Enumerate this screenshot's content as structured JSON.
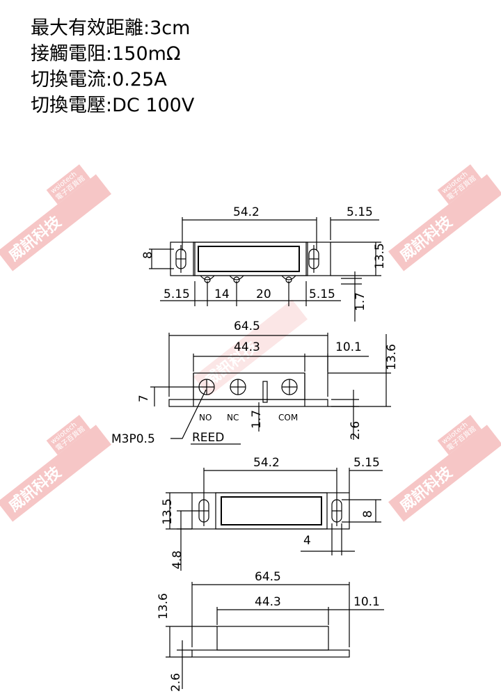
{
  "specs": [
    "最大有效距離:3cm",
    "接觸電阻:150mΩ",
    "切換電流:0.25A",
    "切換電壓:DC 100V"
  ],
  "watermark": {
    "name": "威訊科技",
    "sub1": "wsiotech",
    "sub2": "電子百貨館",
    "color": "#f4b8b8"
  },
  "view1": {
    "w_center": "54.2",
    "w_edge": "5.15",
    "h_left": "8",
    "h_right": "13.5",
    "pin_left": "5.15",
    "pin_a": "14",
    "pin_b": "20",
    "pin_right": "5.15",
    "pin_h": "1.7"
  },
  "view2": {
    "w_total": "64.5",
    "w_inner": "44.3",
    "w_edge": "10.1",
    "h_total": "13.6",
    "h_screw": "7",
    "h_base": "2.6",
    "h_pin": "1.7",
    "pin_no": "NO",
    "pin_nc": "NC",
    "pin_com": "COM",
    "thread": "M3P0.5",
    "part": "REED"
  },
  "view3": {
    "w_center": "54.2",
    "w_edge": "5.15",
    "h_left": "13.5",
    "h_right": "8",
    "hole_w": "4",
    "hole_off": "4.8"
  },
  "view4": {
    "w_total": "64.5",
    "w_inner": "44.3",
    "w_edge": "10.1",
    "h_total": "13.6",
    "h_base": "2.6"
  }
}
